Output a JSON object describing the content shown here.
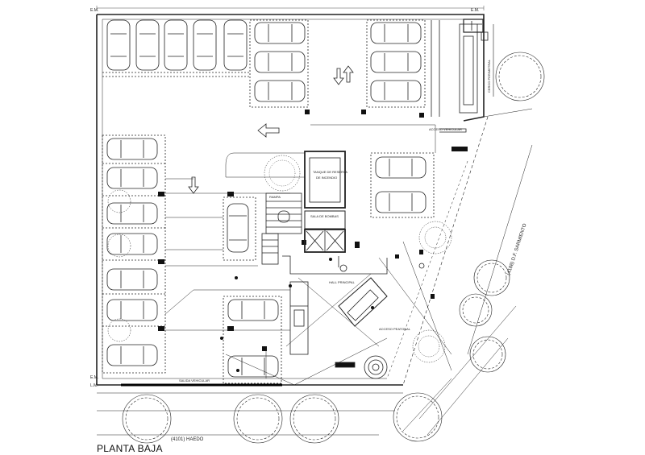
{
  "title": "PLANTA BAJA",
  "street_bottom": "(4101) HAEDO",
  "street_right": "(4188) D.F. SARMIENTO",
  "markers": {
    "em": "E.M.",
    "lm": "L.M."
  },
  "labels": {
    "acceso_vehicular": "ACCESO VEHICULAR",
    "salida_vehicular": "SALIDA VEHICULAR",
    "hall_principal": "HALL PRINCIPAL",
    "acceso_peatonal": "ACCESO PEATONAL",
    "sala_bombas": "SALA DE BOMBAS",
    "tanque_reserva_line1": "TANQUE DE RESERVA",
    "tanque_reserva_line2": "DE INCENDIO",
    "rampa": "RAMPA",
    "cerco": "CERCO PERIMETRAL"
  }
}
